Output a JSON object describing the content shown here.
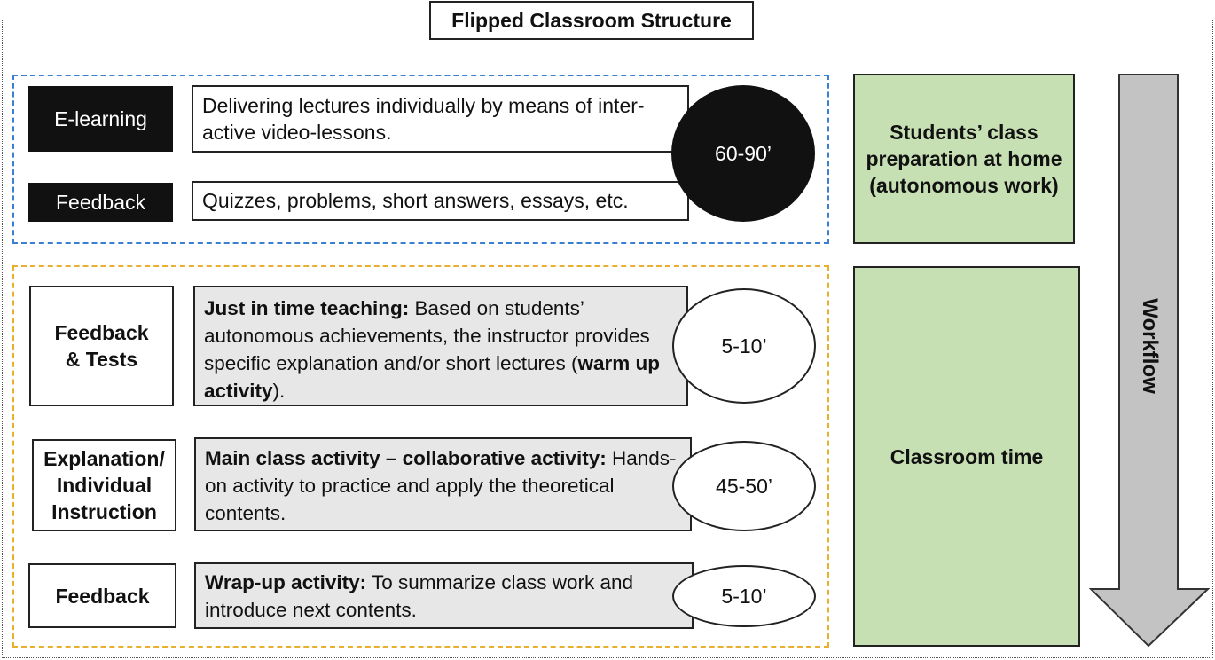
{
  "title": "Flipped Classroom Structure",
  "home_phase": {
    "rows": [
      {
        "label": "E-learning",
        "description": "Delivering lectures individually by means of inter-active video-lessons."
      },
      {
        "label": "Feedback",
        "description": "Quizzes, problems, short answers, essays, etc."
      }
    ],
    "duration": "60-90’",
    "summary": "Students’ class preparation at home (autonomous work)"
  },
  "class_phase": {
    "rows": [
      {
        "label": "Feedback & Tests",
        "heading": "Just in time teaching:",
        "text_before": " Based on students’ autonomous achievements, the instructor provides specific explanation and/or short lectures (",
        "emphasis": "warm up activity",
        "text_after": ").",
        "duration": "5-10’"
      },
      {
        "label": "Explanation/ Individual Instruction",
        "heading": "Main class activity – collaborative activity:",
        "text_before": " Hands-on activity to practice and apply the theoretical contents.",
        "duration": "45-50’"
      },
      {
        "label": "Feedback",
        "heading": "Wrap-up activity:",
        "text_before": " To summarize class work and introduce next contents.",
        "duration": "5-10’"
      }
    ],
    "summary": "Classroom time"
  },
  "workflow_label": "Workflow",
  "colors": {
    "home_border": "#3b7fd0",
    "class_border": "#e8b02e",
    "green": "#c6e0b4",
    "arrow_fill": "#c3c3c3",
    "gray_box": "#e7e7e7"
  }
}
